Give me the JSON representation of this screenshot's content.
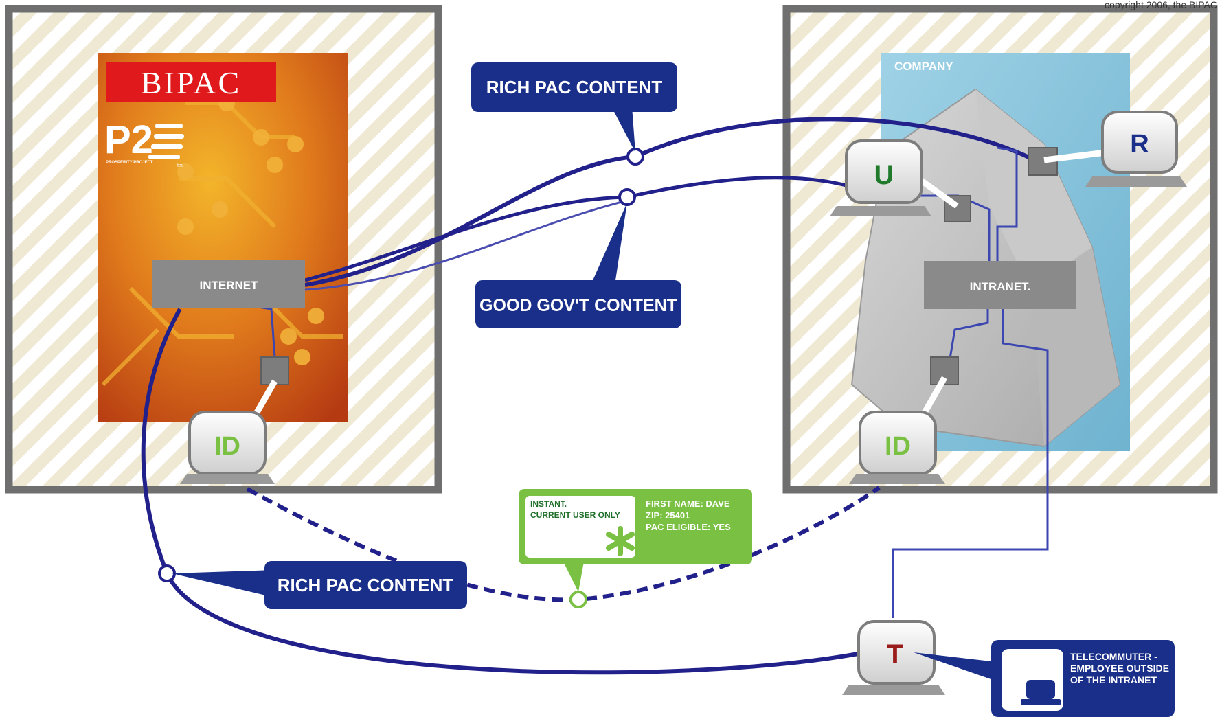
{
  "copyright": "copyright 2006, the BIPAC",
  "bipac": {
    "logo_text": "BIPAC",
    "p2_logo": "P2",
    "p2_small_text": "PROSPERITY PROJECT",
    "p2_tm": "tm",
    "internet_label": "INTERNET",
    "id_badge": "ID"
  },
  "company": {
    "title": "COMPANY",
    "intranet_label": "INTRANET.",
    "user_badge": "U",
    "r_badge": "R",
    "id_badge": "ID"
  },
  "callouts": {
    "rich_pac_top": "RICH PAC CONTENT",
    "good_govt": "GOOD GOV'T CONTENT",
    "rich_pac_bottom": "RICH PAC CONTENT"
  },
  "instant_card": {
    "line1": "INSTANT.",
    "line2": "CURRENT USER ONLY",
    "detail1": "FIRST NAME: DAVE",
    "detail2": "ZIP: 25401",
    "detail3": "PAC ELIGIBLE: YES"
  },
  "telecommuter": {
    "badge": "T",
    "line1": "TELECOMMUTER -",
    "line2": "EMPLOYEE OUTSIDE",
    "line3": "OF THE INTRANET"
  },
  "colors": {
    "navy": "#1a2f8a",
    "navy_line": "#22208a",
    "bipac_red": "#e0191c",
    "panel_orange": "#d9621a",
    "green": "#7ac143",
    "dark_green": "#1f7a2c",
    "company_blue": "#8fc8df",
    "gray_box": "#8a8a8a",
    "frame_gray": "#6f6f6f",
    "stripe": "#efe9d4"
  }
}
